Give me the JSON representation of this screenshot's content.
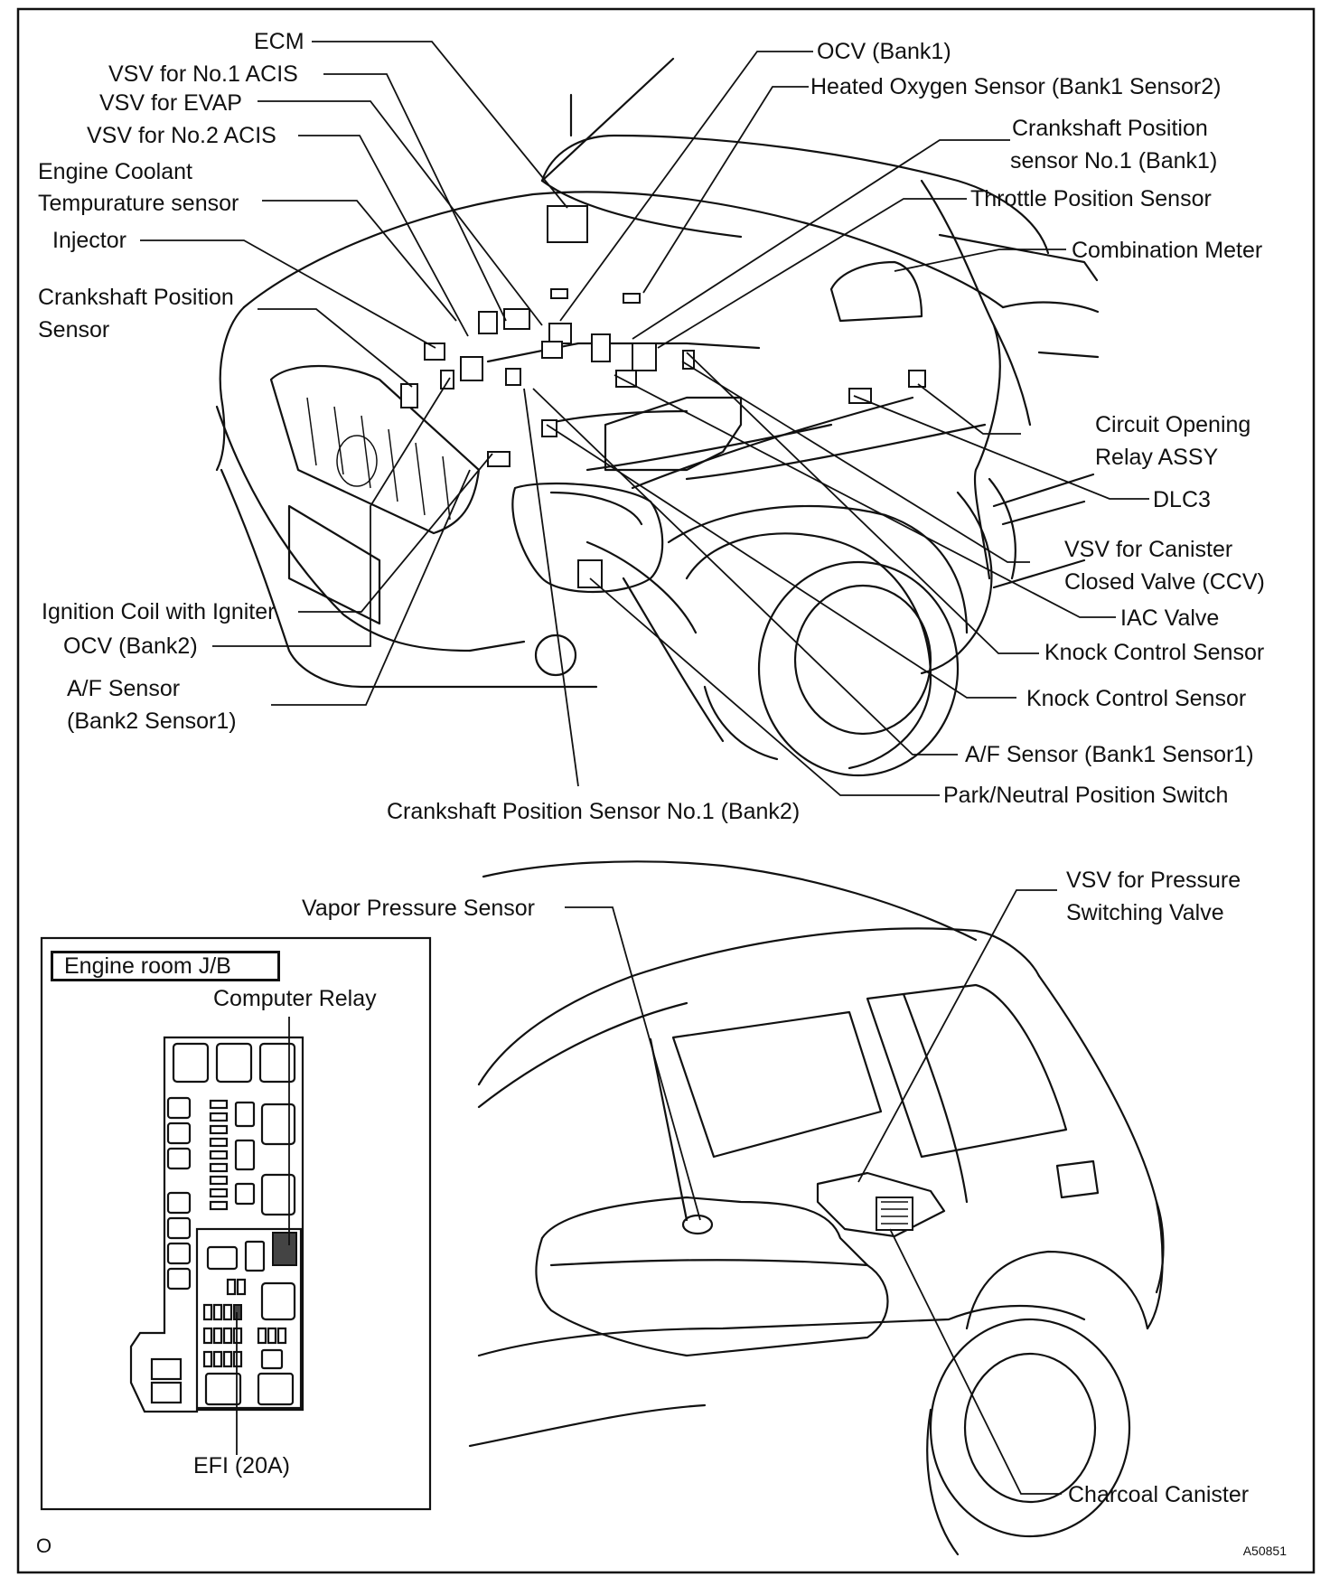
{
  "labels": {
    "ecm": "ECM",
    "vsv_acis1": "VSV for No.1 ACIS",
    "vsv_evap": "VSV for EVAP",
    "vsv_acis2": "VSV for No.2 ACIS",
    "coolant_l1": "Engine Coolant",
    "coolant_l2": "Tempurature sensor",
    "injector": "Injector",
    "ckp_l1": "Crankshaft Position",
    "ckp_l2": "Sensor",
    "ignition_coil": "Ignition Coil with Igniter",
    "ocv_bank2": "OCV (Bank2)",
    "af_bank2_l1": "A/F Sensor",
    "af_bank2_l2": "(Bank2 Sensor1)",
    "ckp_no1_bank2": "Crankshaft Position Sensor No.1 (Bank2)",
    "ocv_bank1": "OCV (Bank1)",
    "ho2s": "Heated Oxygen Sensor (Bank1 Sensor2)",
    "ckp_no1_bank1_l1": "Crankshaft Position",
    "ckp_no1_bank1_l2": "sensor No.1 (Bank1)",
    "tps": "Throttle Position Sensor",
    "combination_meter": "Combination Meter",
    "circuit_relay_l1": "Circuit Opening",
    "circuit_relay_l2": "Relay ASSY",
    "dlc3": "DLC3",
    "vsv_ccv_l1": "VSV for Canister",
    "vsv_ccv_l2": "Closed Valve (CCV)",
    "iac": "IAC Valve",
    "knock1": "Knock Control Sensor",
    "knock2": "Knock Control Sensor",
    "af_bank1": "A/F Sensor (Bank1 Sensor1)",
    "pnp": "Park/Neutral Position Switch",
    "vapor": "Vapor Pressure Sensor",
    "vsv_psv_l1": "VSV for Pressure",
    "vsv_psv_l2": "Switching Valve",
    "charcoal": "Charcoal Canister",
    "jb_title": "Engine room J/B",
    "computer_relay": "Computer Relay",
    "efi": "EFI (20A)",
    "page_mark": "O",
    "fig_code": "A50851"
  }
}
